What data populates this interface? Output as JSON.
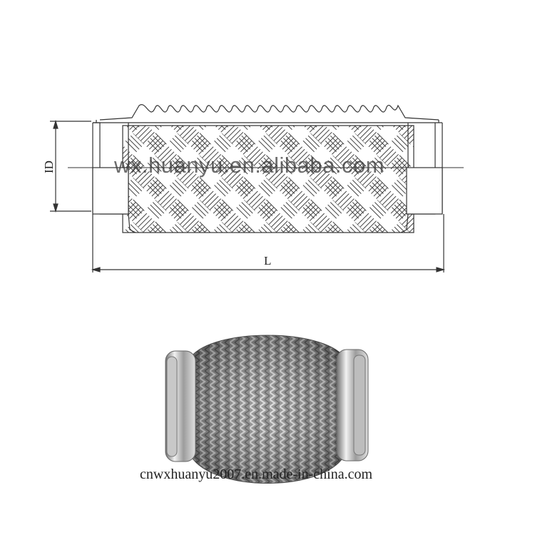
{
  "drawing": {
    "dimension_inner_diameter": "ID",
    "dimension_length": "L",
    "watermark": "wx.huanyu.en.alibaba.com"
  },
  "photo": {
    "caption": "cnwxhuanyu2007.en.made-in-china.com"
  },
  "colors": {
    "line": "#333333",
    "steel": "#9a9a9a"
  }
}
